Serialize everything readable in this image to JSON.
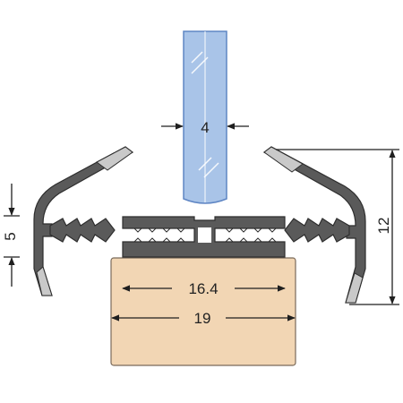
{
  "colors": {
    "background": "#ffffff",
    "glass": "#a9c4e8",
    "glass_edge": "#5f86c4",
    "profile": "#5a5a5a",
    "profile_edge": "#2e2e2e",
    "lip": "#c9c9c9",
    "wood": "#f2d6b4",
    "wood_edge": "#7a6a5a",
    "dimension_line": "#1f1f1f"
  },
  "dimensions": {
    "glass_thickness": "4",
    "profile_height": "5",
    "overall_height": "12",
    "inner_width": "16.4",
    "outer_width": "19"
  }
}
